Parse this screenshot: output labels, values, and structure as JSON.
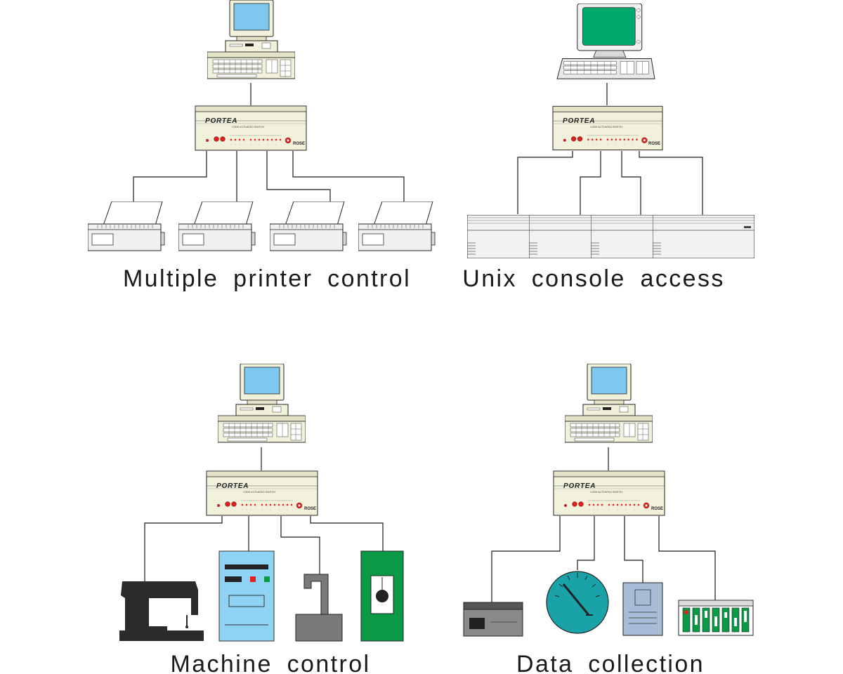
{
  "switch": {
    "brand": "PORTEA",
    "subtitle": "CODE ACTIVATED SWITCH",
    "maker": "ROSE"
  },
  "panels": [
    {
      "caption": "Multiple printer control",
      "host": "pc",
      "devices": [
        "printer",
        "printer",
        "printer",
        "printer"
      ]
    },
    {
      "caption": "Unix console access",
      "host": "terminal",
      "devices": [
        "unix-server",
        "unix-server",
        "unix-server",
        "unix-server"
      ]
    },
    {
      "caption": "Machine control",
      "host": "pc",
      "devices": [
        "sewing-machine",
        "control-cabinet",
        "press",
        "controller-panel"
      ]
    },
    {
      "caption": "Data collection",
      "host": "pc",
      "devices": [
        "meter-box",
        "gauge",
        "sensor-unit",
        "rack-module"
      ]
    }
  ],
  "colors": {
    "screen_blue": "#7ec8f0",
    "screen_green": "#00a86b",
    "chassis": "#f2f1dc",
    "led_red": "#e02020",
    "cabinet_blue": "#8fd3f4",
    "machine_green": "#0a9a45",
    "gauge_teal": "#19a3a8",
    "press_gray": "#7a7a7a"
  }
}
